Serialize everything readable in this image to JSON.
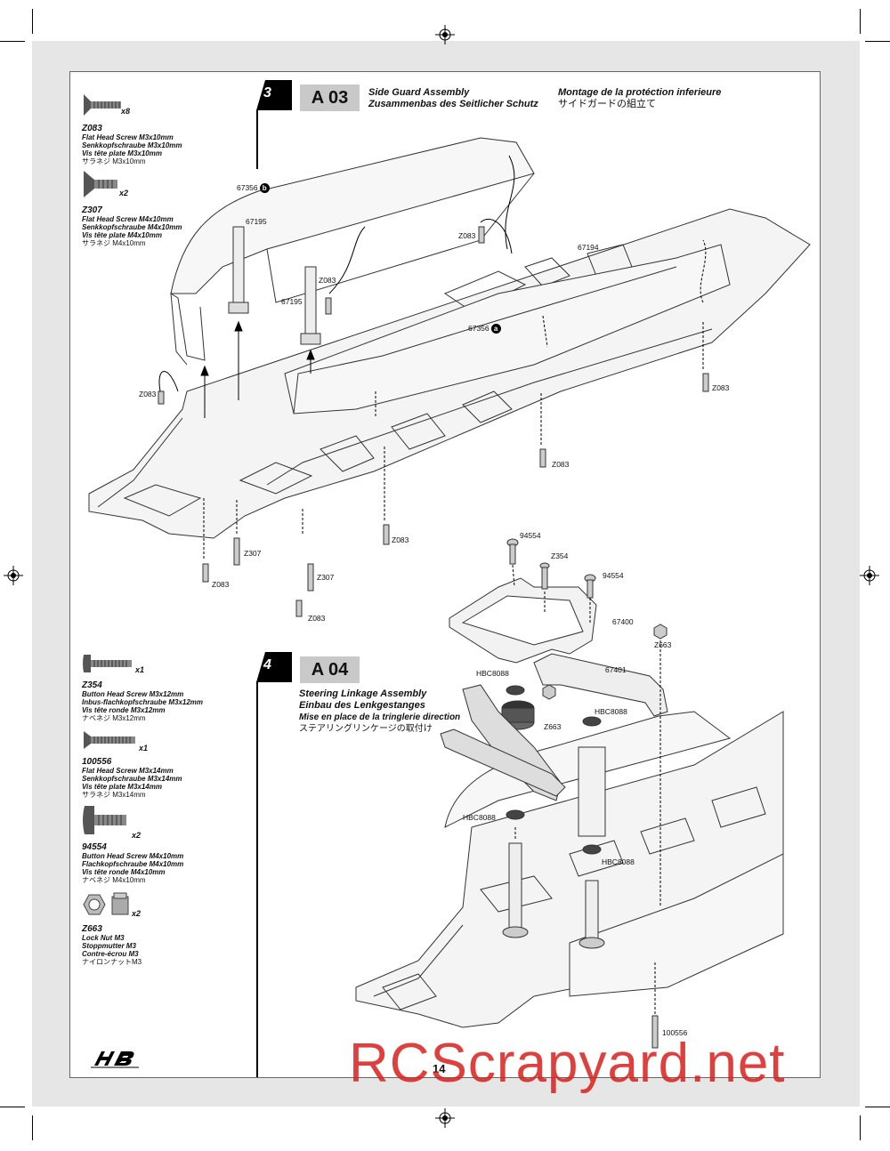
{
  "page_number": "14",
  "watermark": "RCScrapyard.net",
  "logo_alt": "HB",
  "steps": [
    {
      "number": "3",
      "code": "A 03",
      "title_en": "Side Guard Assembly",
      "title_de": "Zusammenbas des Seitlicher Schutz",
      "title_fr": "Montage de la protéction inferieure",
      "title_jp": "サイドガードの組立て",
      "parts": [
        {
          "qty": "x8",
          "code": "Z083",
          "en": "Flat Head Screw M3x10mm",
          "de": "Senkkopfschraube M3x10mm",
          "fr": "Vis tête plate M3x10mm",
          "jp": "サラネジ M3x10mm"
        },
        {
          "qty": "x2",
          "code": "Z307",
          "en": "Flat Head Screw M4x10mm",
          "de": "Senkkopfschraube M4x10mm",
          "fr": "Vis tête plate M4x10mm",
          "jp": "サラネジ M4x10mm"
        }
      ],
      "callouts": {
        "p67356b": "67356",
        "p67195a": "67195",
        "p67195b": "67195",
        "z083a": "Z083",
        "z083b": "Z083",
        "p67194": "67194",
        "p67356a": "67356",
        "z083c": "Z083",
        "z083d": "Z083",
        "z083e": "Z083",
        "z083f": "Z083",
        "z307a": "Z307",
        "z083g": "Z083",
        "z307b": "Z307",
        "z083h": "Z083"
      },
      "badges": {
        "b": "b",
        "a": "a"
      }
    },
    {
      "number": "4",
      "code": "A 04",
      "title_en": "Steering Linkage Assembly",
      "title_de": "Einbau des Lenkgestanges",
      "title_fr": "Mise en place de la tringlerie direction",
      "title_jp": "ステアリングリンケージの取付け",
      "parts": [
        {
          "qty": "x1",
          "code": "Z354",
          "en": "Button Head Screw M3x12mm",
          "de": "Inbus-flachkopfschraube M3x12mm",
          "fr": "Vis tête ronde M3x12mm",
          "jp": "ナベネジ M3x12mm"
        },
        {
          "qty": "x1",
          "code": "100556",
          "en": "Flat Head Screw M3x14mm",
          "de": "Senkkopfschraube M3x14mm",
          "fr": "Vis tête plate M3x14mm",
          "jp": "サラネジ M3x14mm"
        },
        {
          "qty": "x2",
          "code": "94554",
          "en": "Button Head Screw M4x10mm",
          "de": "Flachkopfschraube M4x10mm",
          "fr": "Vis tête ronde M4x10mm",
          "jp": "ナベネジ M4x10mm"
        },
        {
          "qty": "x2",
          "code": "Z663",
          "en": "Lock Nut M3",
          "de": "Stoppmutter M3",
          "fr": "Contre-écrou M3",
          "jp": "ナイロンナットM3"
        }
      ],
      "callouts": {
        "p94554a": "94554",
        "z354": "Z354",
        "p94554b": "94554",
        "p67400": "67400",
        "z663a": "Z663",
        "p67401": "67401",
        "hbc8088a": "HBC8088",
        "hbc8088b": "HBC8088",
        "z663b": "Z663",
        "hbc8088c": "HBC8088",
        "hbc8088d": "HBC8088",
        "p100556": "100556"
      }
    }
  ]
}
